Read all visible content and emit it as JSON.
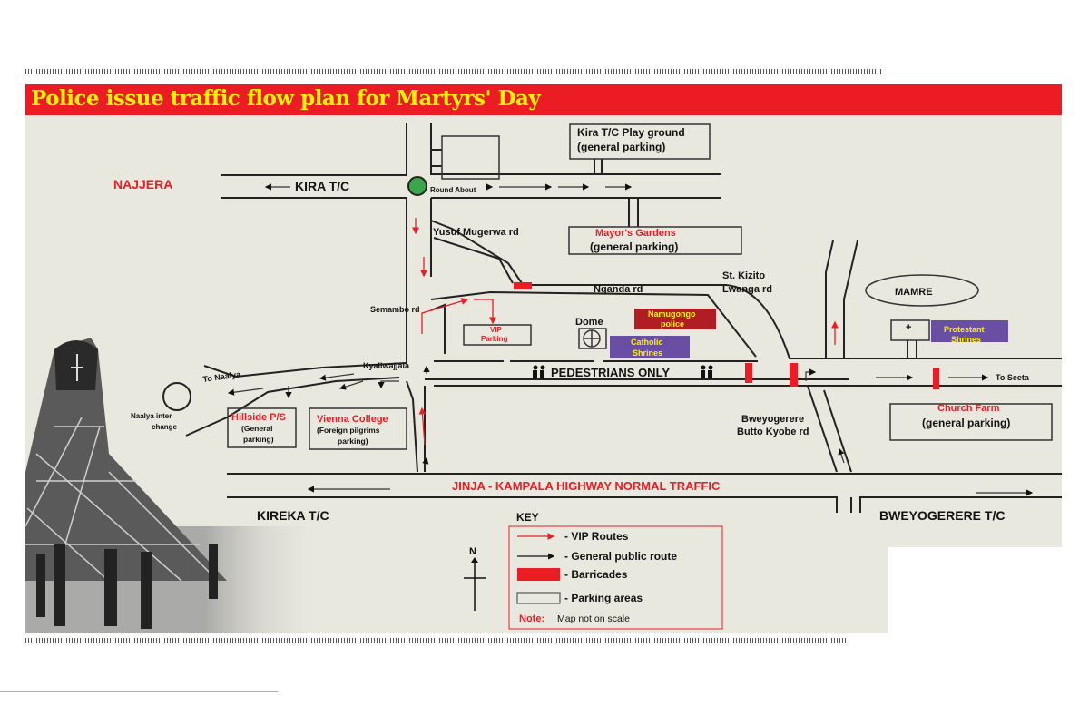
{
  "title": "Police issue traffic flow plan for Martyrs' Day",
  "colors": {
    "title_bg": "#ec1c24",
    "title_text": "#fff200",
    "map_bg": "#e9e8df",
    "red": "#ec1c24",
    "purple": "#6a4ea3",
    "maroon": "#b01e23",
    "roundabout": "#3aa64a"
  },
  "places": {
    "najjera": "NAJJERA",
    "kira_tc": "KIRA T/C",
    "roundabout": "Round About",
    "kira_playground": "Kira T/C Play ground",
    "kira_playground_sub": "(general parking)",
    "yusuf": "Yusuf Mugerwa rd",
    "mayors_gardens": "Mayor's Gardens",
    "mayors_gardens_sub": "(general parking)",
    "st_kizito_1": "St. Kizito",
    "st_kizito_2": "Lwanga rd",
    "nganda": "Nganda rd",
    "semambo": "Semambo rd",
    "vip_parking_1": "VIP",
    "vip_parking_2": "Parking",
    "dome": "Dome",
    "namugongo_1": "Namugongo",
    "namugongo_2": "police",
    "catholic_1": "Catholic",
    "catholic_2": "Shrines",
    "mamre": "MAMRE",
    "protestant_1": "Protestant",
    "protestant_2": "Shrines",
    "pedestrians": "PEDESTRIANS ONLY",
    "to_seeta": "To Seeta",
    "church_farm": "Church Farm",
    "church_farm_sub": "(general parking)",
    "to_naalya": "To Naalya",
    "kyaliwajjala": "Kyaliwajjala",
    "naalya_1": "Naalya inter",
    "naalya_2": "change",
    "hillside": "Hillside P/S",
    "hillside_sub1": "(General",
    "hillside_sub2": "parking)",
    "vienna": "Vienna College",
    "vienna_sub1": "(Foreign pilgrims",
    "vienna_sub2": "parking)",
    "bweyogerere_rd_1": "Bweyogerere",
    "bweyogerere_rd_2": "Butto Kyobe rd",
    "highway": "JINJA - KAMPALA HIGHWAY NORMAL TRAFFIC",
    "kireka": "KIREKA T/C",
    "bweyogerere_tc": "BWEYOGERERE T/C"
  },
  "compass": {
    "north": "N"
  },
  "key": {
    "title": "KEY",
    "items": [
      "- VIP Routes",
      "- General public route",
      "- Barricades",
      "- Parking areas"
    ],
    "note_label": "Note:",
    "note_text": "Map not on scale"
  }
}
